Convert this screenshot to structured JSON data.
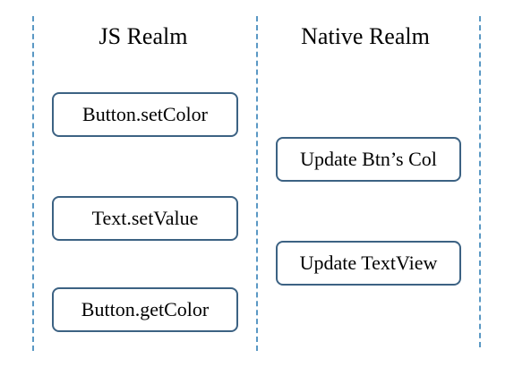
{
  "columns": {
    "js": {
      "title": "JS Realm",
      "items": [
        "Button.setColor",
        "Text.setValue",
        "Button.getColor"
      ]
    },
    "native": {
      "title": "Native Realm",
      "items": [
        "Update Btn’s Col",
        "Update TextView"
      ]
    }
  },
  "colors": {
    "divider": "#5a98c4",
    "box_border": "#3c6283",
    "text": "#000000",
    "background": "#ffffff"
  }
}
